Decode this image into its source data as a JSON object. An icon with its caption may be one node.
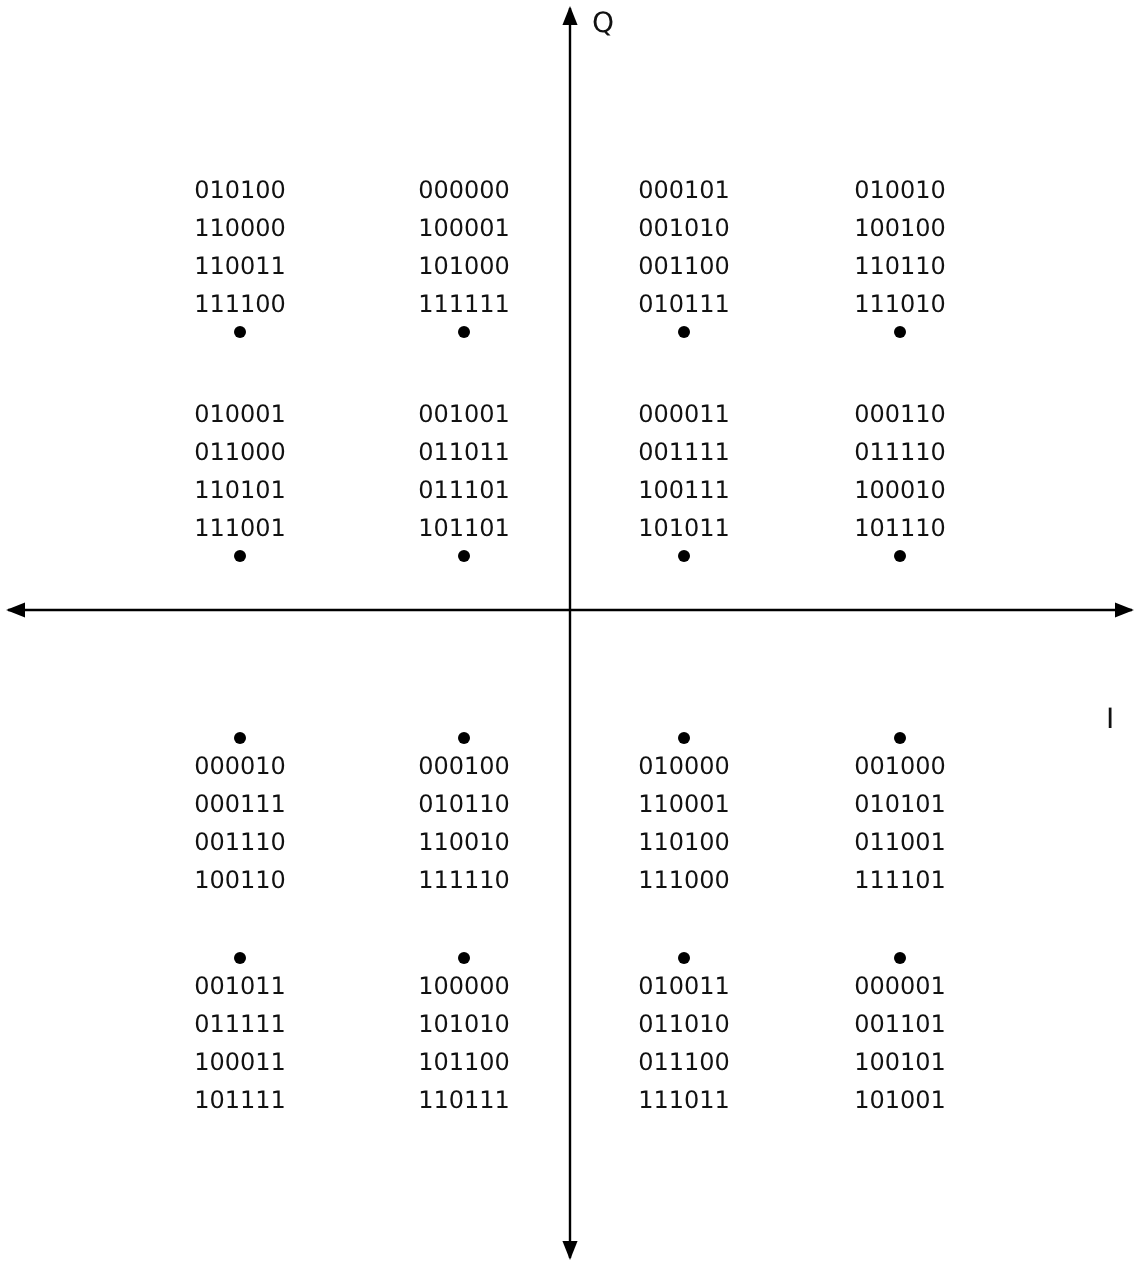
{
  "diagram": {
    "labels": [
      "Q",
      "010100 110000 110011 111100",
      "000000 100001 101000 111111",
      "000101 001010 001100 010111",
      "010010 100100 110110 111010",
      "010001 011000 110101 111001",
      "001001 011011 011101 101101",
      "000011 001111 100111 101011",
      "000110 011110 100010 101110",
      "I",
      "000010 000111 001110 100110",
      "000100 010110 110010 111110",
      "010000 110001 110100 111000",
      "001000 010101 011001 111101",
      "001011 011111 100011 101111",
      "100000 101010 101100 110111",
      "010011 011010 011100 111011",
      "000001 001101 100101 101001"
    ]
  }
}
